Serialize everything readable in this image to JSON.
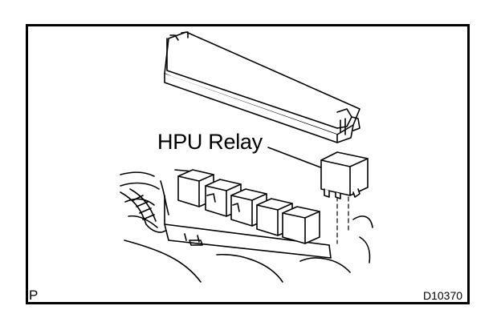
{
  "diagram": {
    "callout_label": "HPU Relay",
    "corner_mark": "P",
    "figure_id": "D10370"
  },
  "colors": {
    "ink": "#000000",
    "paper": "#ffffff"
  }
}
